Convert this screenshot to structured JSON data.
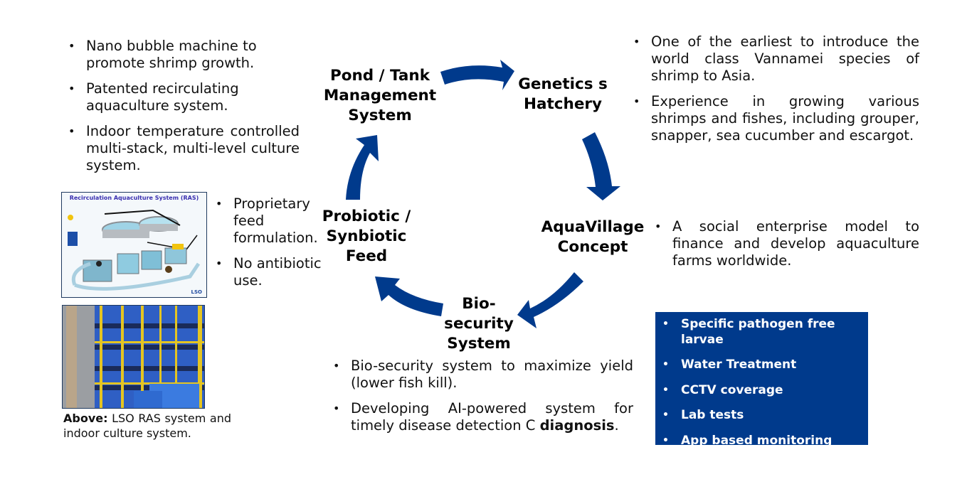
{
  "diagram": {
    "title": "Aquaculture system cycle",
    "accent_color": "#003a8c",
    "nodes": [
      {
        "id": "pond",
        "label_lines": [
          "Pond / Tank",
          "Management",
          "System"
        ]
      },
      {
        "id": "genetics",
        "label_lines": [
          "Genetics s",
          "Hatchery"
        ]
      },
      {
        "id": "aquavillage",
        "label_lines": [
          "AquaVillage",
          "Concept"
        ]
      },
      {
        "id": "biosecurity",
        "label_lines": [
          "Bio-",
          "security",
          "System"
        ]
      },
      {
        "id": "probiotic",
        "label_lines": [
          "Probiotic /",
          "Synbiotic",
          "Feed"
        ]
      }
    ],
    "cycle_order": [
      "pond",
      "genetics",
      "aquavillage",
      "biosecurity",
      "probiotic",
      "pond"
    ]
  },
  "pond_notes": [
    "Nano bubble machine to promote shrimp growth.",
    "Patented recirculating aquaculture system.",
    "Indoor temperature controlled multi-stack, multi-level culture system."
  ],
  "genetics_notes": [
    "One of the earliest to introduce the world class Vannamei species of shrimp to Asia.",
    "Experience in growing various shrimps and fishes, including grouper, snapper, sea cucumber and escargot."
  ],
  "aquavillage_notes": [
    "A social enterprise model to finance and develop aquaculture farms worldwide."
  ],
  "probiotic_notes": [
    "Proprietary feed formulation.",
    "No antibiotic use."
  ],
  "biosecurity_notes": [
    "Bio-security system to maximize yield (lower fish kill).",
    {
      "text": "Developing AI-powered system for timely disease detection C ",
      "bold": "diagnosis",
      "tail": "."
    }
  ],
  "biosecurity_features": [
    "Specific pathogen free larvae",
    "Water Treatment",
    "CCTV coverage",
    "Lab tests",
    "App based monitoring"
  ],
  "images": {
    "ras_diagram_title": "Recirculation Aquaculture System (RAS)",
    "ras_logo": "LSO"
  },
  "caption": {
    "bold": "Above:",
    "text": " LSO RAS system and indoor culture system."
  }
}
